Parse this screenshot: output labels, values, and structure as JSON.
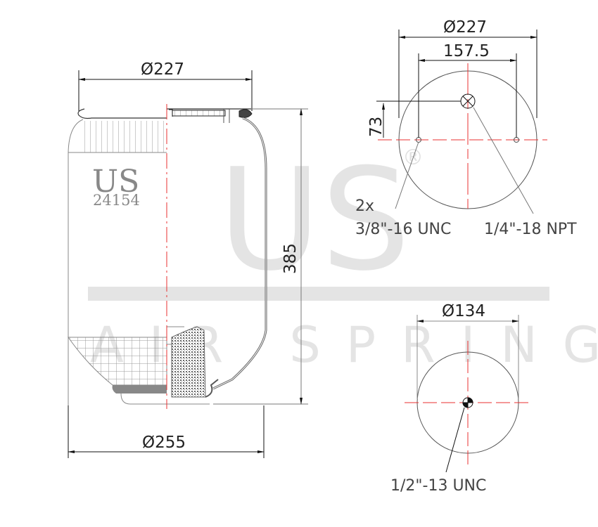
{
  "watermark": {
    "logo": "US",
    "tagline": "AIR SPRING",
    "registered": "®"
  },
  "side_view": {
    "brand": "US",
    "part_number": "24154",
    "top_diameter": "Ø227",
    "height": "385",
    "bottom_diameter": "Ø255"
  },
  "top_plate_view": {
    "diameter": "Ø227",
    "bolt_spacing": "157.5",
    "offset": "73",
    "stud_count": "2x",
    "stud_thread": "3/8\"-16 UNC",
    "air_fitting": "1/4\"-18 NPT"
  },
  "piston_view": {
    "diameter": "Ø134",
    "thread": "1/2\"-13 UNC"
  },
  "colors": {
    "centerline": "#e83030",
    "watermark": "#e4e4e4",
    "line": "#111111"
  }
}
